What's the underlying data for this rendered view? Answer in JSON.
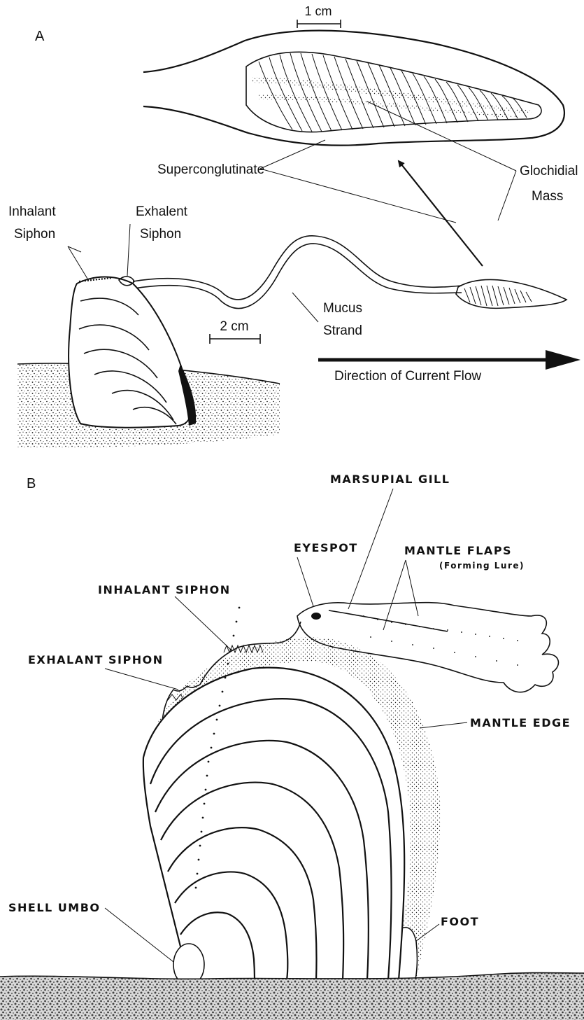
{
  "panel_a": {
    "label": "A",
    "scale_top": "1 cm",
    "scale_mid": "2 cm",
    "superconglutinate": "Superconglutinate",
    "glochidial_mass_1": "Glochidial",
    "glochidial_mass_2": "Mass",
    "inhalant_siphon_1": "Inhalant",
    "inhalant_siphon_2": "Siphon",
    "exhalent_siphon_1": "Exhalent",
    "exhalent_siphon_2": "Siphon",
    "mucus_strand_1": "Mucus",
    "mucus_strand_2": "Strand",
    "current_flow": "Direction of Current Flow"
  },
  "panel_b": {
    "label": "B",
    "marsupial_gill": "MARSUPIAL GILL",
    "eyespot": "EYESPOT",
    "mantle_flaps": "MANTLE FLAPS",
    "forming_lure": "(Forming Lure)",
    "inhalant_siphon": "INHALANT SIPHON",
    "exhalant_siphon": "EXHALANT SIPHON",
    "mantle_edge": "MANTLE EDGE",
    "shell_umbo": "SHELL UMBO",
    "foot": "FOOT"
  }
}
